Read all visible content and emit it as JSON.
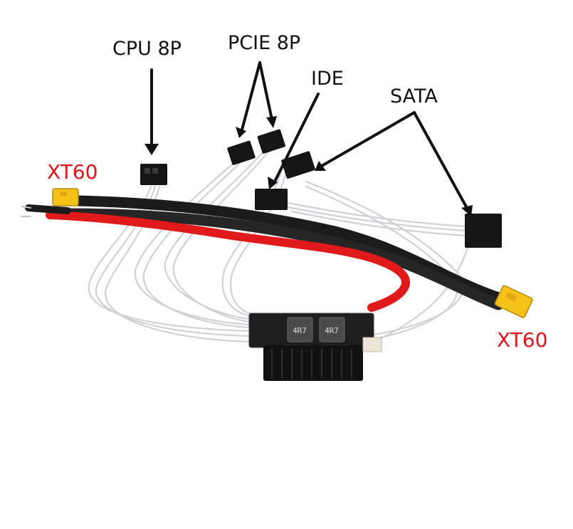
{
  "labels": {
    "cpu": "CPU 8P",
    "pcie": "PCIE 8P",
    "ide": "IDE",
    "sata": "SATA",
    "xt60_left": "XT60",
    "xt60_right": "XT60"
  },
  "inductor_marks": [
    "4R7",
    "4R7"
  ],
  "colors": {
    "background": "#ffffff",
    "label_text": "#111111",
    "xt60_label": "#e5121b",
    "xt60_plug": "#f5c21a",
    "cable_black": "#1b1b1b",
    "cable_red": "#e01a1a",
    "wire_clear": "#d9d9d9",
    "connector_black": "#151515",
    "pcb": "#1e1e1e"
  }
}
